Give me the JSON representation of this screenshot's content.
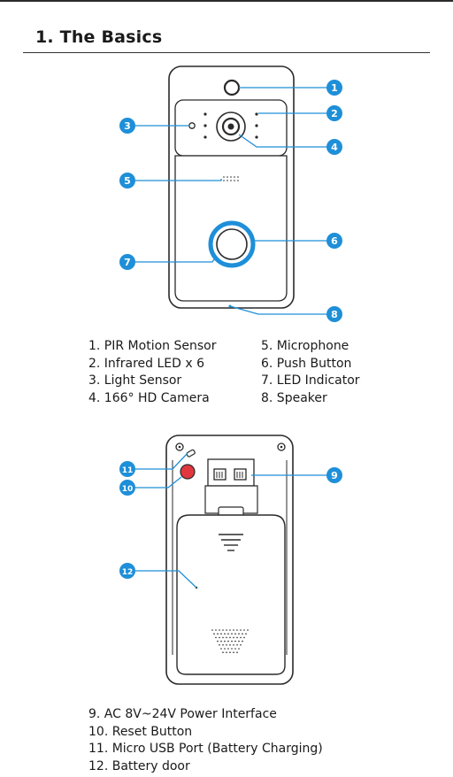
{
  "section": {
    "title": "1. The Basics"
  },
  "front": {
    "callouts": [
      "1",
      "2",
      "3",
      "4",
      "5",
      "6",
      "7",
      "8"
    ],
    "legend_left": [
      "1. PIR Motion Sensor",
      "2. Infrared LED x 6",
      "3. Light Sensor",
      "4. 166° HD Camera"
    ],
    "legend_right": [
      "5. Microphone",
      "6. Push Button",
      "7. LED Indicator",
      "8. Speaker"
    ]
  },
  "back": {
    "callouts": [
      "9",
      "10",
      "11",
      "12"
    ],
    "legend": [
      "9. AC 8V~24V Power Interface",
      "10. Reset Button",
      "11. Micro USB Port (Battery Charging)",
      "12. Battery door"
    ]
  },
  "colors": {
    "accent": "#1e8fd8",
    "reset_button": "#e0383e",
    "device_outline": "#2a2a2a"
  }
}
